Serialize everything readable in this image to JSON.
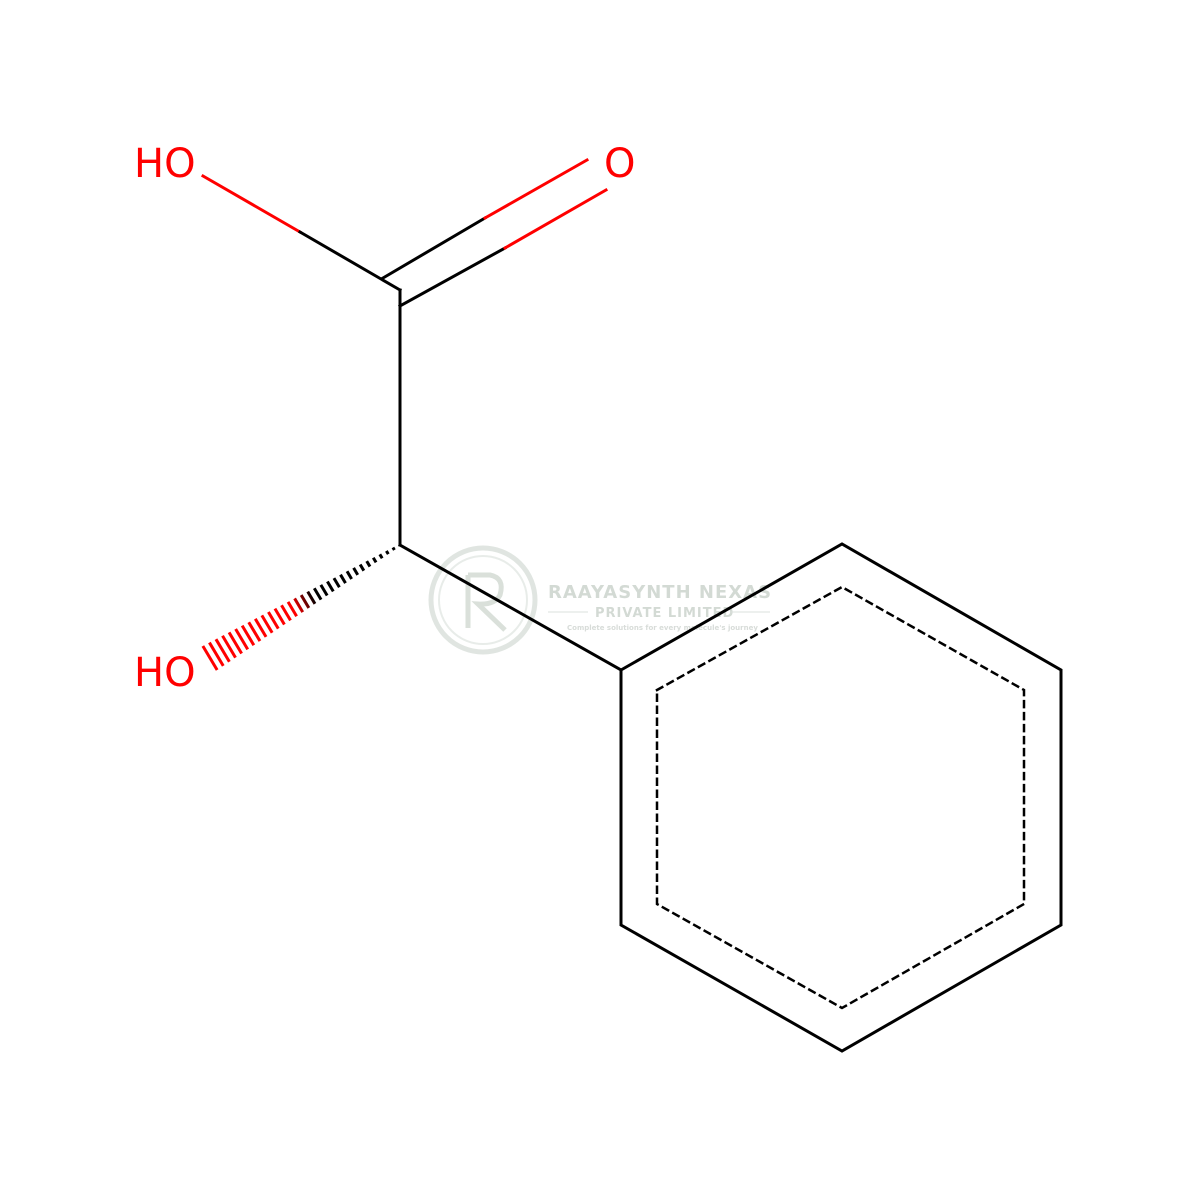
{
  "atoms": {
    "acid_oh": "HO",
    "carbonyl_o": "O",
    "alpha_oh": "HO"
  },
  "watermark": {
    "company": "RAAYASYNTH NEXAS",
    "suffix": "PRIVATE LIMITED",
    "tagline": "Complete solutions for every molecule's journey"
  },
  "colors": {
    "bond": "#000000",
    "heteroatom": "#ff0000",
    "watermark": "#cfd6d0"
  }
}
